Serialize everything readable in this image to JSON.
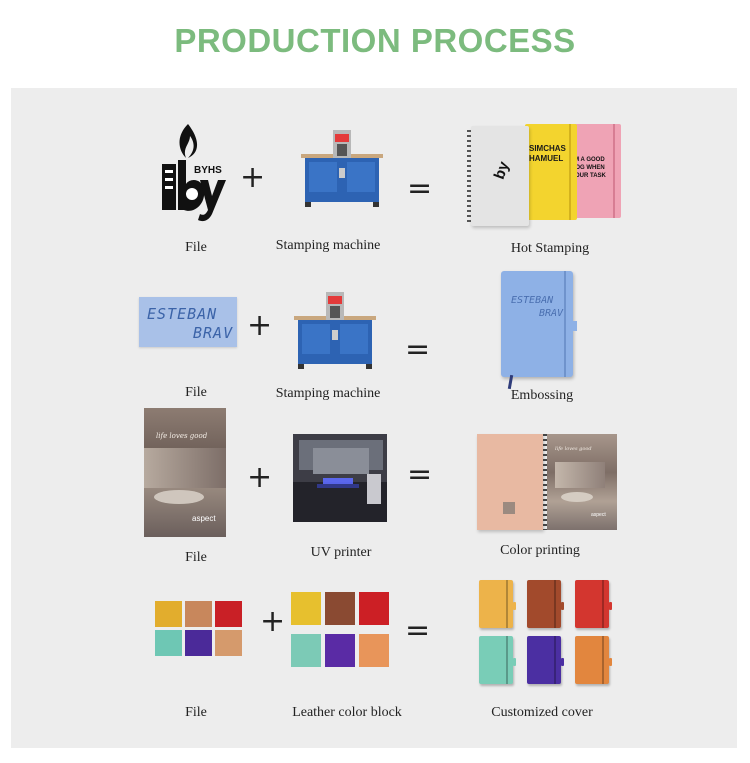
{
  "title": "PRODUCTION PROCESS",
  "operators": {
    "plus": "+",
    "equals": "="
  },
  "rows": [
    {
      "file_label": "File",
      "tool_label": "Stamping machine",
      "result_label": "Hot Stamping",
      "logo_text": "BYHS",
      "notebook_texts": [
        "SIMCHAS HAMUEL",
        "I'M A GOOD DOG WHEN YOUR TASK"
      ]
    },
    {
      "file_label": "File",
      "tool_label": "Stamping machine",
      "result_label": "Embossing",
      "file_text_line1": "ESTEBAN",
      "file_text_line2": "BRAV",
      "notebook_text_line1": "ESTEBAN",
      "notebook_text_line2": "BRAV"
    },
    {
      "file_label": "File",
      "tool_label": "UV printer",
      "result_label": "Color printing",
      "cover_script": "life loves good",
      "cover_brand": "aspect"
    },
    {
      "file_label": "File",
      "tool_label": "Leather color block",
      "result_label": "Customized cover"
    }
  ],
  "colors": {
    "title": "#7cbb7e",
    "panel": "#ededed",
    "swatches": [
      "#e2ad2d",
      "#c8875c",
      "#c92026",
      "#6ec7b4",
      "#4b2a99",
      "#d59a6c"
    ],
    "leather_blocks": [
      "#e7c02e",
      "#8a4a32",
      "#cc1f25",
      "#7ccab6",
      "#5a2ba5",
      "#e8955a"
    ],
    "covers": [
      "#edb34a",
      "#a24a2c",
      "#d3362f",
      "#79cdb7",
      "#4b2fa2",
      "#e2863e"
    ]
  },
  "icons": [
    "stamping-machine-icon",
    "uv-printer-icon",
    "notebook-icon"
  ]
}
